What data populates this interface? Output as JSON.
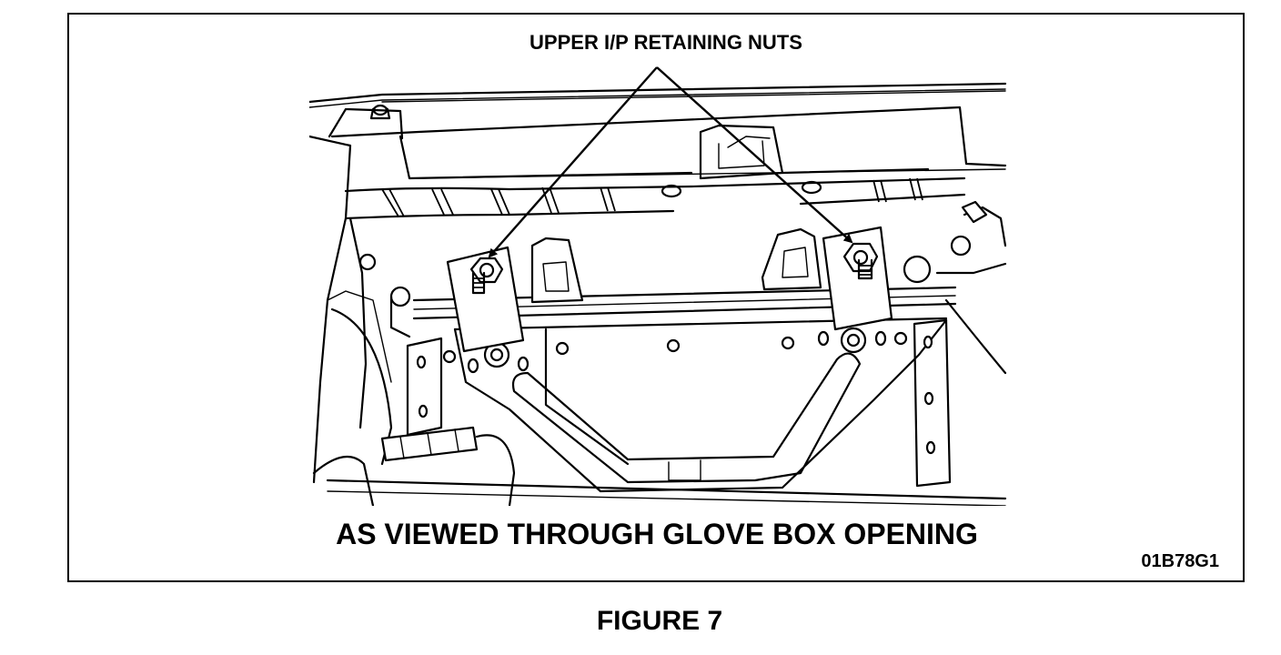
{
  "figure": {
    "callout_label": "UPPER I/P RETAINING NUTS",
    "view_caption": "AS VIEWED THROUGH GLOVE BOX OPENING",
    "drawing_code": "01B78G1",
    "figure_title": "FIGURE 7"
  },
  "icons": [
    "upper-ip-retaining-nut-left-icon",
    "upper-ip-retaining-nut-right-icon"
  ]
}
